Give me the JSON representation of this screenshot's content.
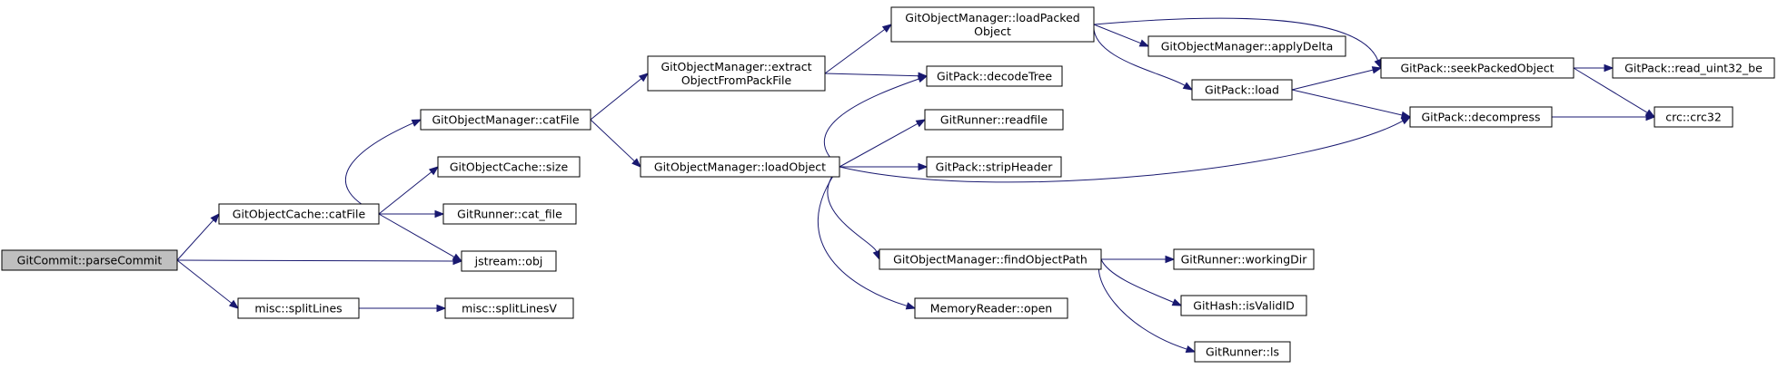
{
  "diagram": {
    "type": "call-graph",
    "colors": {
      "edge": "#191970",
      "root_fill": "#bfbfbf",
      "node_fill": "#ffffff",
      "node_border": "#000000"
    },
    "nodes": [
      {
        "id": "n0",
        "lines": [
          "GitCommit::parseCommit"
        ],
        "root": true
      },
      {
        "id": "n1",
        "lines": [
          "GitObjectCache::catFile"
        ]
      },
      {
        "id": "n2",
        "lines": [
          "GitObjectManager::catFile"
        ]
      },
      {
        "id": "n3",
        "lines": [
          "GitObjectManager::extract",
          "ObjectFromPackFile"
        ]
      },
      {
        "id": "n4",
        "lines": [
          "GitObjectManager::loadPacked",
          "Object"
        ]
      },
      {
        "id": "n5",
        "lines": [
          "GitObjectManager::applyDelta"
        ]
      },
      {
        "id": "n6",
        "lines": [
          "GitPack::load"
        ]
      },
      {
        "id": "n7",
        "lines": [
          "GitPack::decompress"
        ]
      },
      {
        "id": "n8",
        "lines": [
          "crc::crc32"
        ]
      },
      {
        "id": "n9",
        "lines": [
          "GitPack::seekPackedObject"
        ]
      },
      {
        "id": "n10",
        "lines": [
          "GitPack::read_uint32_be"
        ]
      },
      {
        "id": "n11",
        "lines": [
          "GitPack::decodeTree"
        ]
      },
      {
        "id": "n12",
        "lines": [
          "GitObjectManager::loadObject"
        ]
      },
      {
        "id": "n13",
        "lines": [
          "GitObjectManager::findObjectPath"
        ]
      },
      {
        "id": "n14",
        "lines": [
          "GitHash::isValidID"
        ]
      },
      {
        "id": "n15",
        "lines": [
          "GitRunner::ls"
        ]
      },
      {
        "id": "n16",
        "lines": [
          "GitRunner::workingDir"
        ]
      },
      {
        "id": "n17",
        "lines": [
          "MemoryReader::open"
        ]
      },
      {
        "id": "n18",
        "lines": [
          "GitRunner::readfile"
        ]
      },
      {
        "id": "n19",
        "lines": [
          "GitPack::stripHeader"
        ]
      },
      {
        "id": "n20",
        "lines": [
          "GitObjectCache::size"
        ]
      },
      {
        "id": "n21",
        "lines": [
          "GitRunner::cat_file"
        ]
      },
      {
        "id": "n22",
        "lines": [
          "jstream::obj"
        ]
      },
      {
        "id": "n23",
        "lines": [
          "misc::splitLines"
        ]
      },
      {
        "id": "n24",
        "lines": [
          "misc::splitLinesV"
        ]
      }
    ],
    "edges": [
      {
        "from": "n0",
        "to": "n1"
      },
      {
        "from": "n0",
        "to": "n22"
      },
      {
        "from": "n0",
        "to": "n23"
      },
      {
        "from": "n1",
        "to": "n2"
      },
      {
        "from": "n1",
        "to": "n20"
      },
      {
        "from": "n1",
        "to": "n21"
      },
      {
        "from": "n1",
        "to": "n22"
      },
      {
        "from": "n2",
        "to": "n3"
      },
      {
        "from": "n2",
        "to": "n12"
      },
      {
        "from": "n3",
        "to": "n4"
      },
      {
        "from": "n3",
        "to": "n11"
      },
      {
        "from": "n4",
        "to": "n5"
      },
      {
        "from": "n4",
        "to": "n6"
      },
      {
        "from": "n4",
        "to": "n9"
      },
      {
        "from": "n6",
        "to": "n7"
      },
      {
        "from": "n6",
        "to": "n9"
      },
      {
        "from": "n7",
        "to": "n8"
      },
      {
        "from": "n9",
        "to": "n8"
      },
      {
        "from": "n9",
        "to": "n10"
      },
      {
        "from": "n12",
        "to": "n7"
      },
      {
        "from": "n12",
        "to": "n11"
      },
      {
        "from": "n12",
        "to": "n13"
      },
      {
        "from": "n12",
        "to": "n17"
      },
      {
        "from": "n12",
        "to": "n18"
      },
      {
        "from": "n12",
        "to": "n19"
      },
      {
        "from": "n13",
        "to": "n14"
      },
      {
        "from": "n13",
        "to": "n15"
      },
      {
        "from": "n13",
        "to": "n16"
      },
      {
        "from": "n23",
        "to": "n24"
      }
    ]
  }
}
